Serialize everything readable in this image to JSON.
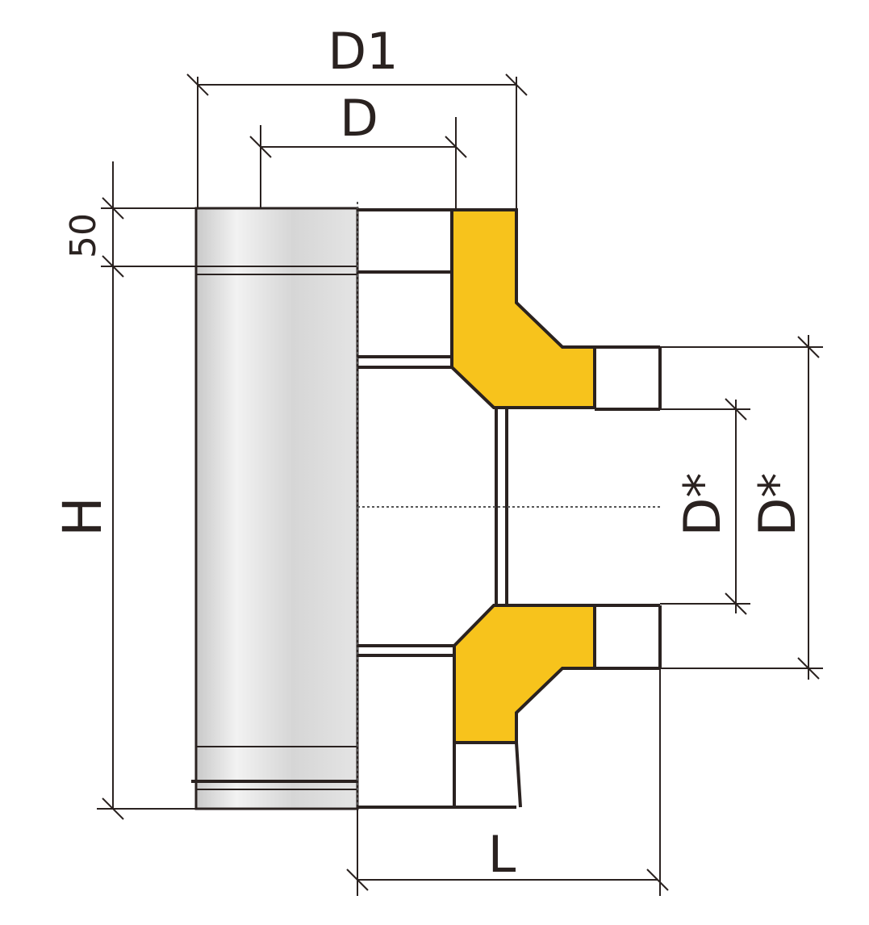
{
  "labels": {
    "d1": "D1",
    "d": "D",
    "fifty": "50",
    "h": "H",
    "d_star_inner": "D*",
    "d_star_outer": "D*",
    "l": "L"
  },
  "colors": {
    "insulation": "#f7c31c",
    "outline": "#2a2220"
  }
}
